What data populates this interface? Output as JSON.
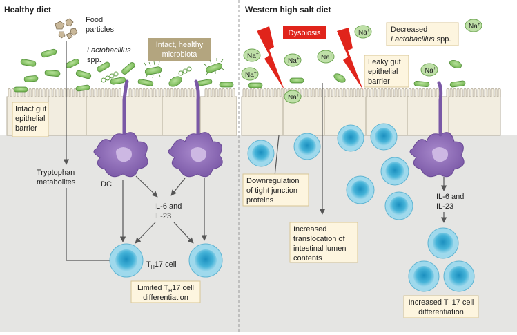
{
  "panels": {
    "left": {
      "title": "Healthy diet",
      "food_particles": [
        "Food",
        "particles"
      ],
      "lactobacillus": [
        "Lactobacillus",
        "spp."
      ],
      "microbiota_box": [
        "Intact, healthy",
        "microbiota"
      ],
      "barrier_box": [
        "Intact gut",
        "epithelial",
        "barrier"
      ],
      "tryptophan": [
        "Tryptophan",
        "metabolites"
      ],
      "dc_label": "DC",
      "cytokines": [
        "IL-6 and",
        "IL-23"
      ],
      "th17_main": "T",
      "th17_sub": "H",
      "th17_rest": "17 cell",
      "limited_box_l1_a": "Limited T",
      "limited_box_l1_sub": "H",
      "limited_box_l1_b": "17 cell",
      "limited_box_l2": "differentiation"
    },
    "right": {
      "title": "Western high salt diet",
      "dysbiosis": "Dysbiosis",
      "decreased_box_l1": "Decreased",
      "decreased_box_l2_a": "Lactobacillus",
      "decreased_box_l2_b": " spp.",
      "leaky_box": [
        "Leaky gut",
        "epithelial",
        "barrier"
      ],
      "na_main": "Na",
      "na_sup": "+",
      "downreg_box": [
        "Downregulation",
        "of tight junction",
        "proteins"
      ],
      "translocation_box": [
        "Increased",
        "translocation of",
        "intestinal lumen",
        "contents"
      ],
      "cytokines": [
        "IL-6 and",
        "IL-23"
      ],
      "increased_box_l1_a": "Increased T",
      "increased_box_l1_sub": "H",
      "increased_box_l1_b": "17 cell",
      "increased_box_l2": "differentiation"
    }
  },
  "colors": {
    "lumen": "#ffffff",
    "lamina": "#e6e6e4",
    "epithelium": "#f2ede0",
    "epithelium_stroke": "#b3ab98",
    "bacteria": "#8fca6c",
    "dc": "#8e6fb3",
    "dc_nucleus": "#cdb8e3",
    "tcell": "#8fd3e8",
    "tcell_core": "#2aa5cd",
    "na": "#bfe0a8",
    "callout_fill": "#fdf5df",
    "callout_stroke": "#d8c596",
    "microbiota_box": "#b3a57f",
    "dysbiosis": "#e0241b",
    "arrow": "#555555"
  }
}
